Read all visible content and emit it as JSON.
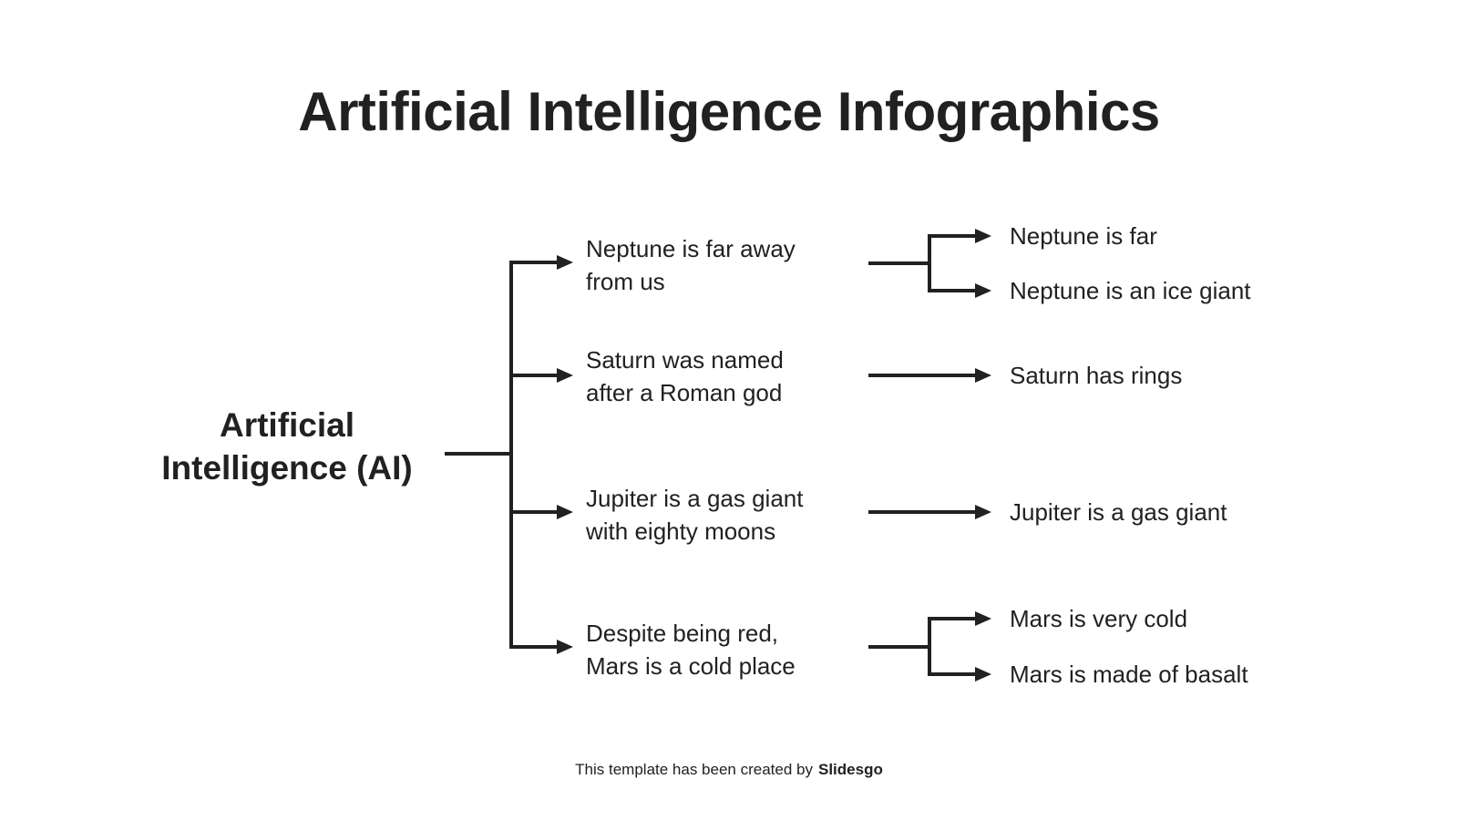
{
  "title": "Artificial Intelligence Infographics",
  "root": {
    "line1": "Artificial",
    "line2": "Intelligence (AI)"
  },
  "branches": [
    {
      "line1": "Neptune is far away",
      "line2": "from us",
      "children": [
        "Neptune is far",
        "Neptune is an ice giant"
      ]
    },
    {
      "line1": "Saturn was named",
      "line2": "after a Roman god",
      "children": [
        "Saturn has rings"
      ]
    },
    {
      "line1": "Jupiter is a gas giant",
      "line2": "with eighty moons",
      "children": [
        "Jupiter is a gas giant"
      ]
    },
    {
      "line1": "Despite being red,",
      "line2": "Mars is a cold place",
      "children": [
        "Mars is very cold",
        "Mars is made of basalt"
      ]
    }
  ],
  "footer": {
    "prefix": "This template has been created by",
    "brand": "Slidesgo"
  },
  "colors": {
    "ink": "#212121",
    "background": "#ffffff"
  }
}
